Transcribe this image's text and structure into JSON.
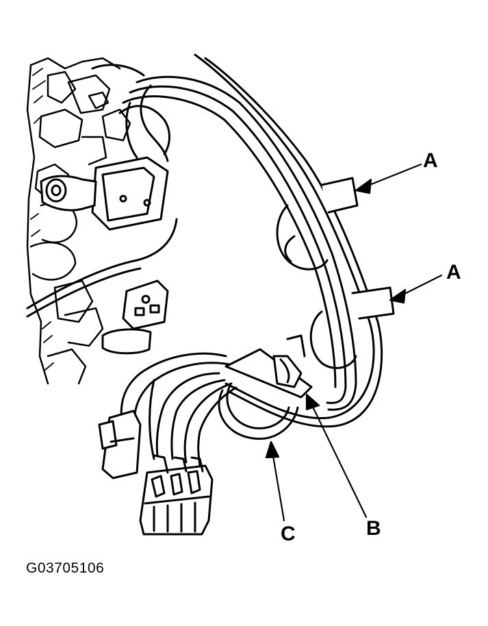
{
  "callouts": [
    {
      "id": "a1",
      "label": "A"
    },
    {
      "id": "a2",
      "label": "A"
    },
    {
      "id": "b",
      "label": "B"
    },
    {
      "id": "c",
      "label": "C"
    }
  ],
  "figure_id": "G03705106"
}
